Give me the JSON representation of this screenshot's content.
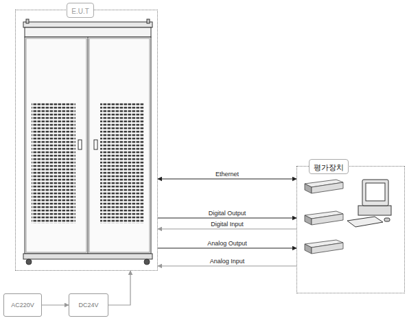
{
  "diagram": {
    "nodes": [
      {
        "text": [
          "E.U.T"
        ]
      },
      {
        "text": [
          "평가장치"
        ]
      },
      {
        "text": [
          "AC220V"
        ]
      },
      {
        "text": [
          "DC24V"
        ]
      }
    ],
    "edges": [
      {
        "from": 0,
        "to": 1,
        "label": "Ethernet",
        "arrow": "both"
      },
      {
        "from": 0,
        "to": 1,
        "label": "Digital Output",
        "arrow": "to"
      },
      {
        "from": 1,
        "to": 0,
        "label": "Digital Input",
        "arrow": "to"
      },
      {
        "from": 0,
        "to": 1,
        "label": "Analog Output",
        "arrow": "to"
      },
      {
        "from": 1,
        "to": 0,
        "label": "Analog Input",
        "arrow": "to"
      },
      {
        "from": 2,
        "to": 3,
        "arrow": "to"
      },
      {
        "from": 3,
        "to": 0,
        "arrow": "to"
      }
    ]
  }
}
